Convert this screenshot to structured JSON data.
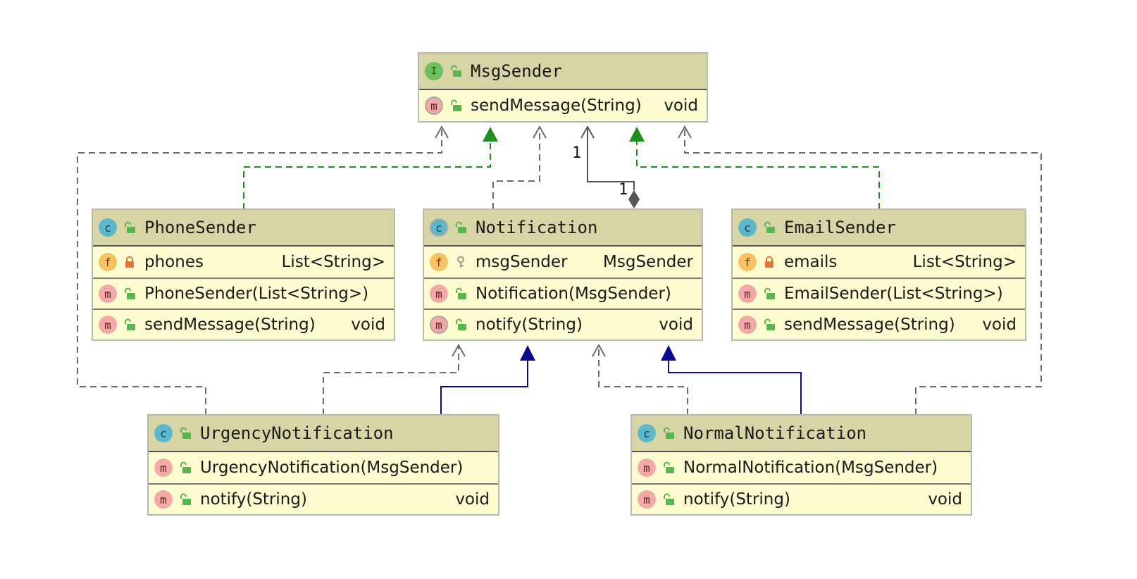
{
  "colors": {
    "header_bg": "#d7d5a6",
    "body_bg": "#fdfbd0",
    "dependency": "#6b6b6b",
    "realization": "#1f8f1f",
    "generalization": "#0a0a8a",
    "aggregation": "#555555"
  },
  "nodes": {
    "msgsender": {
      "name": "MsgSender",
      "kind": "I",
      "kind_icon": "interface-icon",
      "rows": [
        {
          "icon": "method-icon",
          "letter": "m",
          "abstract": true,
          "visibility": "public",
          "name": "sendMessage(String)",
          "type": "void"
        }
      ]
    },
    "phonesender": {
      "name": "PhoneSender",
      "kind": "c",
      "kind_icon": "class-icon",
      "rows": [
        {
          "icon": "field-icon",
          "letter": "f",
          "visibility": "private",
          "name": "phones",
          "type": "List<String>"
        },
        {
          "icon": "method-icon",
          "letter": "m",
          "visibility": "public",
          "name": "PhoneSender(List<String>)",
          "type": ""
        },
        {
          "icon": "method-icon",
          "letter": "m",
          "visibility": "public",
          "name": "sendMessage(String)",
          "type": "void"
        }
      ]
    },
    "notification": {
      "name": "Notification",
      "kind": "c",
      "kind_icon": "abstract-class-icon",
      "rows": [
        {
          "icon": "field-icon",
          "letter": "f",
          "visibility": "protected",
          "name": "msgSender",
          "type": "MsgSender"
        },
        {
          "icon": "method-icon",
          "letter": "m",
          "visibility": "public",
          "name": "Notification(MsgSender)",
          "type": ""
        },
        {
          "icon": "method-icon",
          "letter": "m",
          "abstract": true,
          "visibility": "public",
          "name": "notify(String)",
          "type": "void"
        }
      ]
    },
    "emailsender": {
      "name": "EmailSender",
      "kind": "c",
      "kind_icon": "class-icon",
      "rows": [
        {
          "icon": "field-icon",
          "letter": "f",
          "visibility": "private",
          "name": "emails",
          "type": "List<String>"
        },
        {
          "icon": "method-icon",
          "letter": "m",
          "visibility": "public",
          "name": "EmailSender(List<String>)",
          "type": ""
        },
        {
          "icon": "method-icon",
          "letter": "m",
          "visibility": "public",
          "name": "sendMessage(String)",
          "type": "void"
        }
      ]
    },
    "urgency": {
      "name": "UrgencyNotification",
      "kind": "c",
      "kind_icon": "class-icon",
      "rows": [
        {
          "icon": "method-icon",
          "letter": "m",
          "visibility": "public",
          "name": "UrgencyNotification(MsgSender)",
          "type": ""
        },
        {
          "icon": "method-icon",
          "letter": "m",
          "visibility": "public",
          "name": "notify(String)",
          "type": "void"
        }
      ]
    },
    "normal": {
      "name": "NormalNotification",
      "kind": "c",
      "kind_icon": "class-icon",
      "rows": [
        {
          "icon": "method-icon",
          "letter": "m",
          "visibility": "public",
          "name": "NormalNotification(MsgSender)",
          "type": ""
        },
        {
          "icon": "method-icon",
          "letter": "m",
          "visibility": "public",
          "name": "notify(String)",
          "type": "void"
        }
      ]
    }
  },
  "edges": [
    {
      "from": "PhoneSender",
      "to": "MsgSender",
      "kind": "realization"
    },
    {
      "from": "EmailSender",
      "to": "MsgSender",
      "kind": "realization"
    },
    {
      "from": "Notification",
      "to": "MsgSender",
      "kind": "dependency"
    },
    {
      "from": "Notification",
      "to": "MsgSender",
      "kind": "aggregation",
      "source_multiplicity": "1",
      "target_multiplicity": "1"
    },
    {
      "from": "UrgencyNotification",
      "to": "MsgSender",
      "kind": "dependency"
    },
    {
      "from": "NormalNotification",
      "to": "MsgSender",
      "kind": "dependency"
    },
    {
      "from": "UrgencyNotification",
      "to": "Notification",
      "kind": "dependency"
    },
    {
      "from": "UrgencyNotification",
      "to": "Notification",
      "kind": "generalization"
    },
    {
      "from": "NormalNotification",
      "to": "Notification",
      "kind": "dependency"
    },
    {
      "from": "NormalNotification",
      "to": "Notification",
      "kind": "generalization"
    }
  ],
  "labels": {
    "multiplicity_target": "1",
    "multiplicity_source": "1"
  }
}
